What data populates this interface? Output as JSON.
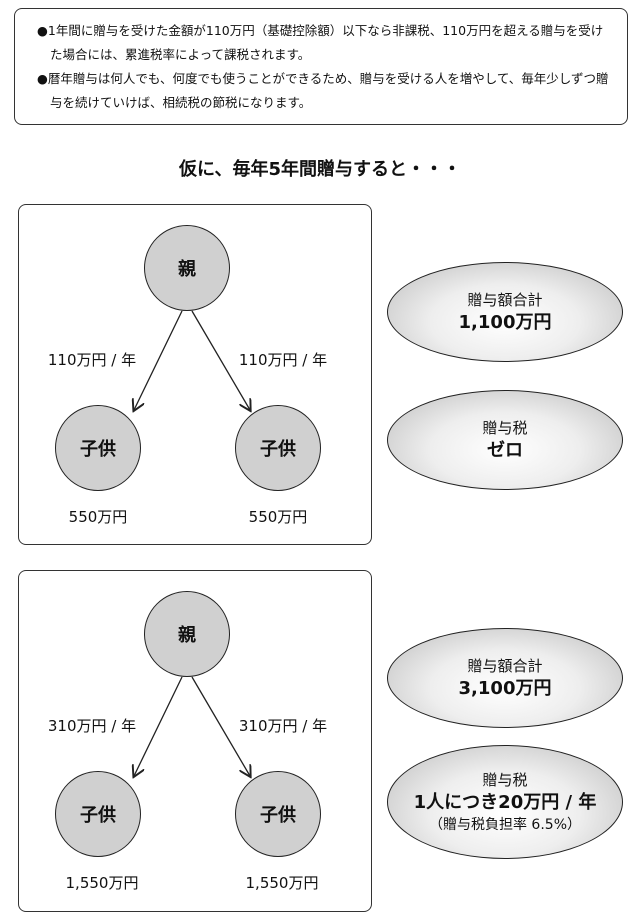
{
  "notes": [
    "●1年間に贈与を受けた金額が110万円（基礎控除額）以下なら非課税、110万円を超える贈与を受けた場合には、累進税率によって課税されます。",
    "●暦年贈与は何人でも、何度でも使うことができるため、贈与を受ける人を増やして、毎年少しずつ贈与を続けていけば、相続税の節税になります。"
  ],
  "heading": "仮に、毎年5年間贈与すると・・・",
  "scenarios": [
    {
      "parent": "親",
      "child_left": "子供",
      "child_right": "子供",
      "gift_left": "110万円 / 年",
      "gift_right": "110万円 / 年",
      "total_left": "550万円",
      "total_right": "550万円",
      "sum_label": "贈与額合計",
      "sum_value": "1,100万円",
      "tax_label": "贈与税",
      "tax_value": "ゼロ"
    },
    {
      "parent": "親",
      "child_left": "子供",
      "child_right": "子供",
      "gift_left": "310万円 / 年",
      "gift_right": "310万円 / 年",
      "total_left": "1,550万円",
      "total_right": "1,550万円",
      "sum_label": "贈与額合計",
      "sum_value": "3,100万円",
      "tax_label": "贈与税",
      "tax_value": "1人につき20万円 / 年",
      "tax_note": "（贈与税負担率 6.5%）"
    }
  ]
}
